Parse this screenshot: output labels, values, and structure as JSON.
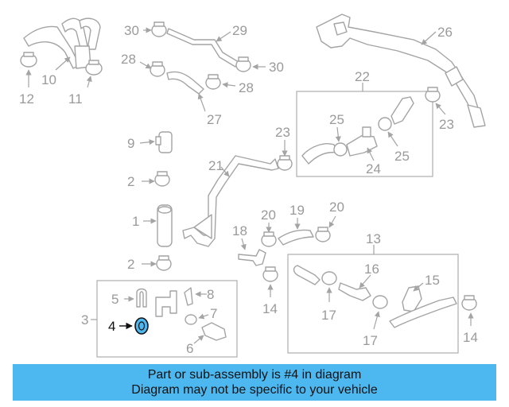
{
  "diagram": {
    "highlight_color": "#4db8f0",
    "highlighted_part": "4",
    "callouts": {
      "c1": "1",
      "c2a": "2",
      "c2b": "2",
      "c3": "3",
      "c4": "4",
      "c5": "5",
      "c6": "6",
      "c7": "7",
      "c8": "8",
      "c9": "9",
      "c10": "10",
      "c11": "11",
      "c12": "12",
      "c13": "13",
      "c14a": "14",
      "c14b": "14",
      "c15": "15",
      "c16": "16",
      "c17a": "17",
      "c17b": "17",
      "c18": "18",
      "c19": "19",
      "c20a": "20",
      "c20b": "20",
      "c21": "21",
      "c22": "22",
      "c23a": "23",
      "c23b": "23",
      "c24": "24",
      "c25a": "25",
      "c25b": "25",
      "c26": "26",
      "c27": "27",
      "c28a": "28",
      "c28b": "28",
      "c29": "29",
      "c30a": "30",
      "c30b": "30"
    }
  },
  "banner": {
    "color": "#4db8f0",
    "line1": "Part or sub-assembly is #4 in diagram",
    "line2": "Diagram may not be specific to your vehicle"
  }
}
